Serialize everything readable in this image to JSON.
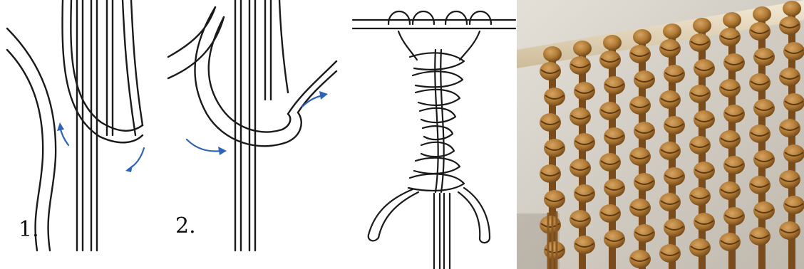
{
  "steps": [
    {
      "label": "1."
    },
    {
      "label": "2."
    }
  ],
  "colors": {
    "line": "#1a1a1a",
    "cord_fill": "#ffffff",
    "arrow": "#2f63b5",
    "rope": "#b07a35",
    "rope_dark": "#6e4517",
    "rope_light": "#d6a462",
    "wall": "#d9d4cc",
    "dowel": "#e9dcc2"
  },
  "icons": {
    "panel1": "square-knot-step-1-diagram",
    "panel2": "square-knot-step-2-diagram",
    "panel3": "spiral-knot-sennit-diagram",
    "panel4": "macrame-spiral-wall-hanging-photo"
  }
}
